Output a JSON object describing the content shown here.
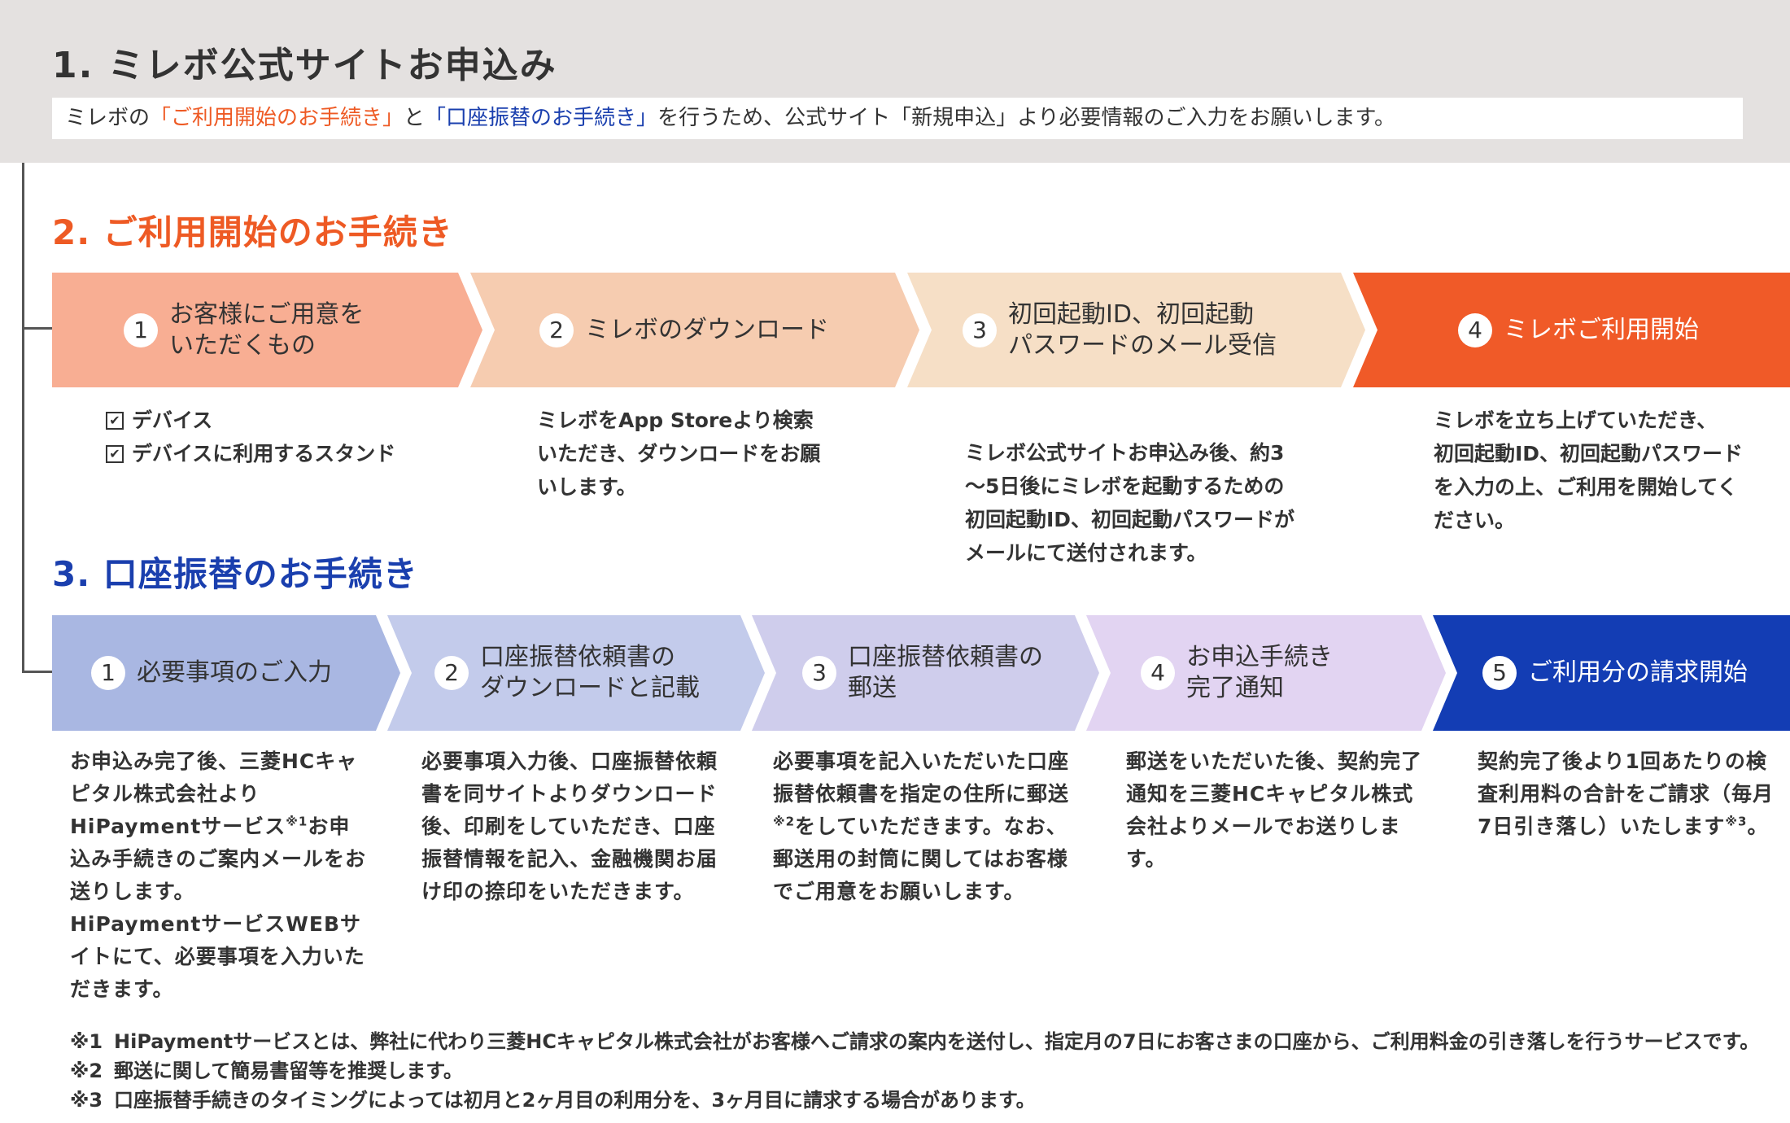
{
  "section1": {
    "title": "1. ミレボ公式サイトお申込み",
    "intro": {
      "prefix": "ミレボの",
      "highlight_orange": "「ご利用開始のお手続き」",
      "middle": "と",
      "highlight_blue": "「口座振替のお手続き」",
      "suffix": "を行うため、公式サイト「新規申込」より必要情報のご入力をお願いします。"
    }
  },
  "section2": {
    "title": "2. ご利用開始のお手続き",
    "color": "#ee5a24",
    "steps": [
      {
        "num": "1",
        "label_l1": "お客様にご用意を",
        "label_l2": "いただくもの",
        "color": "#f8ae93"
      },
      {
        "num": "2",
        "label_l1": "ミレボのダウンロード",
        "label_l2": "",
        "color": "#f6ccb0"
      },
      {
        "num": "3",
        "label_l1": "初回起動ID、初回起動",
        "label_l2": "パスワードのメール受信",
        "color": "#f6dfc6"
      },
      {
        "num": "4",
        "label_l1": "ミレボご利用開始",
        "label_l2": "",
        "color": "#f05a28"
      }
    ],
    "checklist": [
      {
        "icon": "checkbox-checked-icon",
        "text": "デバイス"
      },
      {
        "icon": "checkbox-checked-icon",
        "text": "デバイスに利用するスタンド"
      }
    ],
    "desc": [
      "",
      [
        "ミレボをApp Storeより検索",
        "いただき、ダウンロードをお願",
        "いします。"
      ],
      [
        "ミレボ公式サイトお申込み後、約3",
        "～5日後にミレボを起動するための",
        "初回起動ID、初回起動パスワードが",
        "メールにて送付されます。"
      ],
      [
        "ミレボを立ち上げていただき、",
        "初回起動ID、初回起動パスワード",
        "を入力の上、ご利用を開始してく",
        "ださい。"
      ]
    ]
  },
  "section3": {
    "title": "3. 口座振替のお手続き",
    "color": "#1a3fae",
    "steps": [
      {
        "num": "1",
        "label_l1": "必要事項のご入力",
        "label_l2": "",
        "color": "#a9b7e2"
      },
      {
        "num": "2",
        "label_l1": "口座振替依頼書の",
        "label_l2": "ダウンロードと記載",
        "color": "#c3cbeb"
      },
      {
        "num": "3",
        "label_l1": "口座振替依頼書の",
        "label_l2": "郵送",
        "color": "#cfcdec"
      },
      {
        "num": "4",
        "label_l1": "お申込手続き",
        "label_l2": "完了通知",
        "color": "#e2d4f2"
      },
      {
        "num": "5",
        "label_l1": "ご利用分の請求開始",
        "label_l2": "",
        "color": "#133db4"
      }
    ],
    "desc": [
      {
        "p1": "お申込み完了後、三菱HCキャピタル株式会社よりHiPaymentサービス",
        "sup": "※1",
        "p2": "お申込み手続きのご案内メールをお送りします。",
        "p3": "HiPaymentサービスWEBサイトにて、必要事項を入力いただきます。"
      },
      {
        "p1": "必要事項入力後、口座振替依頼書を同サイトよりダウンロード後、印刷をしていただき、口座振替情報を記入、金融機関お届け印の捺印をいただきます。"
      },
      {
        "p1": "必要事項を記入いただいた口座振替依頼書を指定の住所に郵送",
        "sup": "※2",
        "p2": "をしていただきます。なお、郵送用の封筒に関してはお客様でご用意をお願いします。"
      },
      {
        "p1": "郵送をいただいた後、契約完了通知を三菱HCキャピタル株式会社よりメールでお送りします。"
      },
      {
        "p1": "契約完了後より1回あたりの検査利用料の合計をご請求（毎月7日引き落し）いたします",
        "sup": "※3",
        "p2": "。"
      }
    ]
  },
  "footnotes": [
    {
      "mark": "※1",
      "text": "HiPaymentサービスとは、弊社に代わり三菱HCキャピタル株式会社がお客様へご請求の案内を送付し、指定月の7日にお客さまの口座から、ご利用料金の引き落しを行うサービスです。"
    },
    {
      "mark": "※2",
      "text": "郵送に関して簡易書留等を推奨します。"
    },
    {
      "mark": "※3",
      "text": "口座振替手続きのタイミングによっては初月と2ヶ月目の利用分を、3ヶ月目に請求する場合があります。"
    }
  ],
  "colors": {
    "header_bg": "#e4e1e0",
    "text": "#333333",
    "orange": "#ee5a24",
    "blue": "#1a3fae",
    "tree_line": "#555555"
  }
}
